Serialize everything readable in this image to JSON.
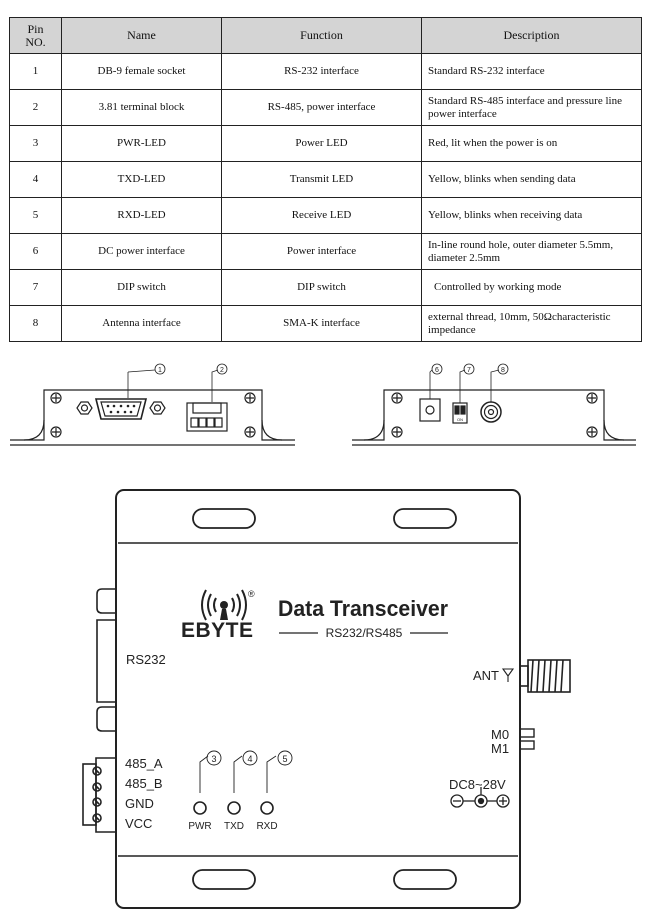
{
  "table": {
    "headers": [
      "Pin NO.",
      "Name",
      "Function",
      "Description"
    ],
    "rows": [
      {
        "no": "1",
        "name": "DB-9 female socket",
        "function": "RS-232 interface",
        "description": "Standard RS-232 interface"
      },
      {
        "no": "2",
        "name": "3.81 terminal block",
        "function": "RS-485, power interface",
        "description": "Standard RS-485 interface and pressure line power interface"
      },
      {
        "no": "3",
        "name": "PWR-LED",
        "function": "Power LED",
        "description": "Red, lit when the power is on"
      },
      {
        "no": "4",
        "name": "TXD-LED",
        "function": "Transmit LED",
        "description": "Yellow, blinks when sending data"
      },
      {
        "no": "5",
        "name": "RXD-LED",
        "function": "Receive LED",
        "description": "Yellow, blinks when receiving data"
      },
      {
        "no": "6",
        "name": "DC power interface",
        "function": "Power interface",
        "description": "In-line round hole, outer diameter 5.5mm, diameter 2.5mm"
      },
      {
        "no": "7",
        "name": "DIP switch",
        "function": "DIP switch",
        "description": "Controlled by working mode"
      },
      {
        "no": "8",
        "name": "Antenna interface",
        "function": "SMA-K interface",
        "description": "external thread, 10mm, 50Ωcharacteristic impedance"
      }
    ]
  },
  "side_views": {
    "callouts_left": [
      "1",
      "2"
    ],
    "callouts_right": [
      "6",
      "7",
      "8"
    ],
    "dip_text": "ON"
  },
  "device": {
    "brand": "EBYTE",
    "registered": "®",
    "product_title": "Data Transceiver",
    "product_subtitle": "RS232/RS485",
    "rs232_label": "RS232",
    "ant_label": "ANT",
    "m0_label": "M0",
    "m1_label": "M1",
    "terminals": [
      "485_A",
      "485_B",
      "GND",
      "VCC"
    ],
    "power_label": "DC8~28V",
    "leds": [
      {
        "callout": "3",
        "label": "PWR"
      },
      {
        "callout": "4",
        "label": "TXD"
      },
      {
        "callout": "5",
        "label": "RXD"
      }
    ]
  }
}
